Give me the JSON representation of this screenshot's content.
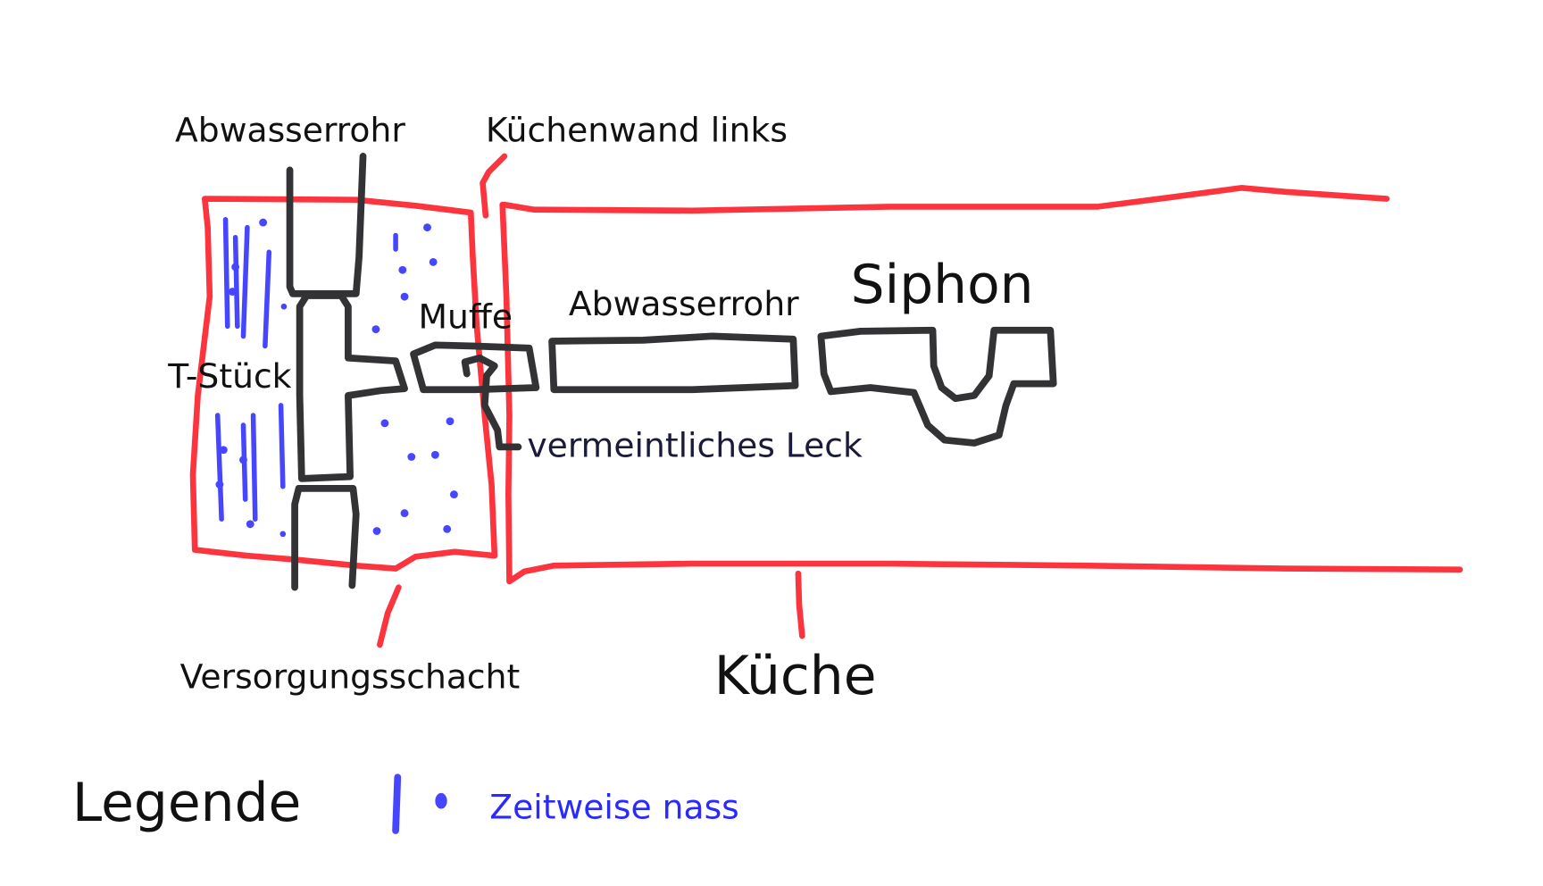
{
  "labels": {
    "abwasserrohr_top": "Abwasserrohr",
    "kuechenwand": "Küchenwand links",
    "muffe": "Muffe",
    "abwasserrohr_mid": "Abwasserrohr",
    "siphon": "Siphon",
    "t_stueck": "T-Stück",
    "leck": "vermeintliches Leck",
    "versorgungsschacht": "Versorgungsschacht",
    "kueche": "Küche"
  },
  "legend": {
    "title": "Legende",
    "wet_label": "Zeitweise nass",
    "wet_color": "#4646ff"
  },
  "colors": {
    "wall": "#fb343d",
    "pipe": "#333336"
  }
}
